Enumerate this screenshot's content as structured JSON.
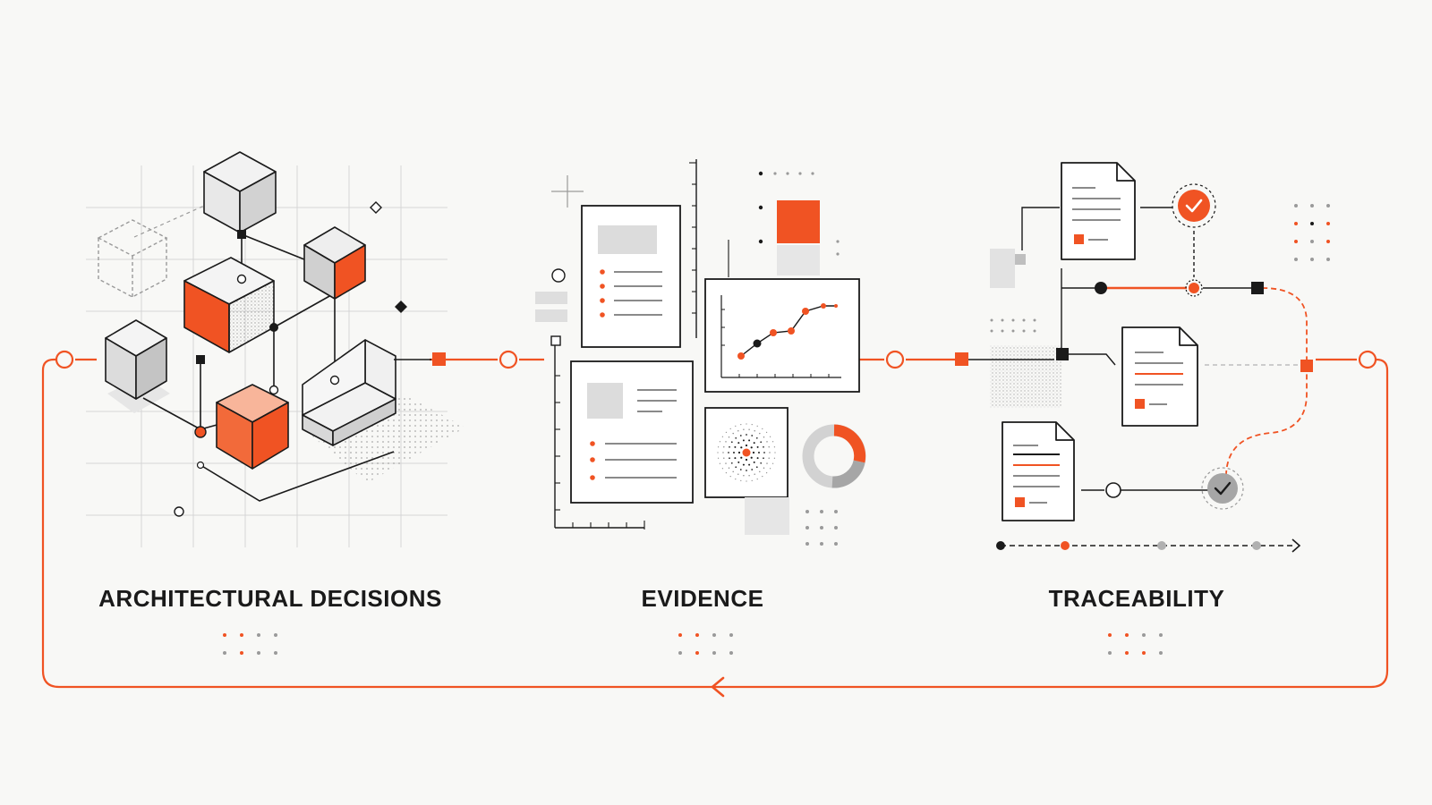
{
  "colors": {
    "accent": "#f05323",
    "ink": "#1a1a1a",
    "grey": "#9a9a9a",
    "lightGrey": "#d9d9d9",
    "background": "#f8f8f6"
  },
  "sections": [
    {
      "id": "architectural-decisions",
      "label": "ARCHITECTURAL DECISIONS",
      "icon": "isometric-cubes-icon"
    },
    {
      "id": "evidence",
      "label": "EVIDENCE",
      "icon": "documents-and-charts-icon"
    },
    {
      "id": "traceability",
      "label": "TRACEABILITY",
      "icon": "linked-documents-icon"
    }
  ],
  "loop": {
    "direction": "right-to-left",
    "arrow_icon": "chevron-left-icon"
  }
}
